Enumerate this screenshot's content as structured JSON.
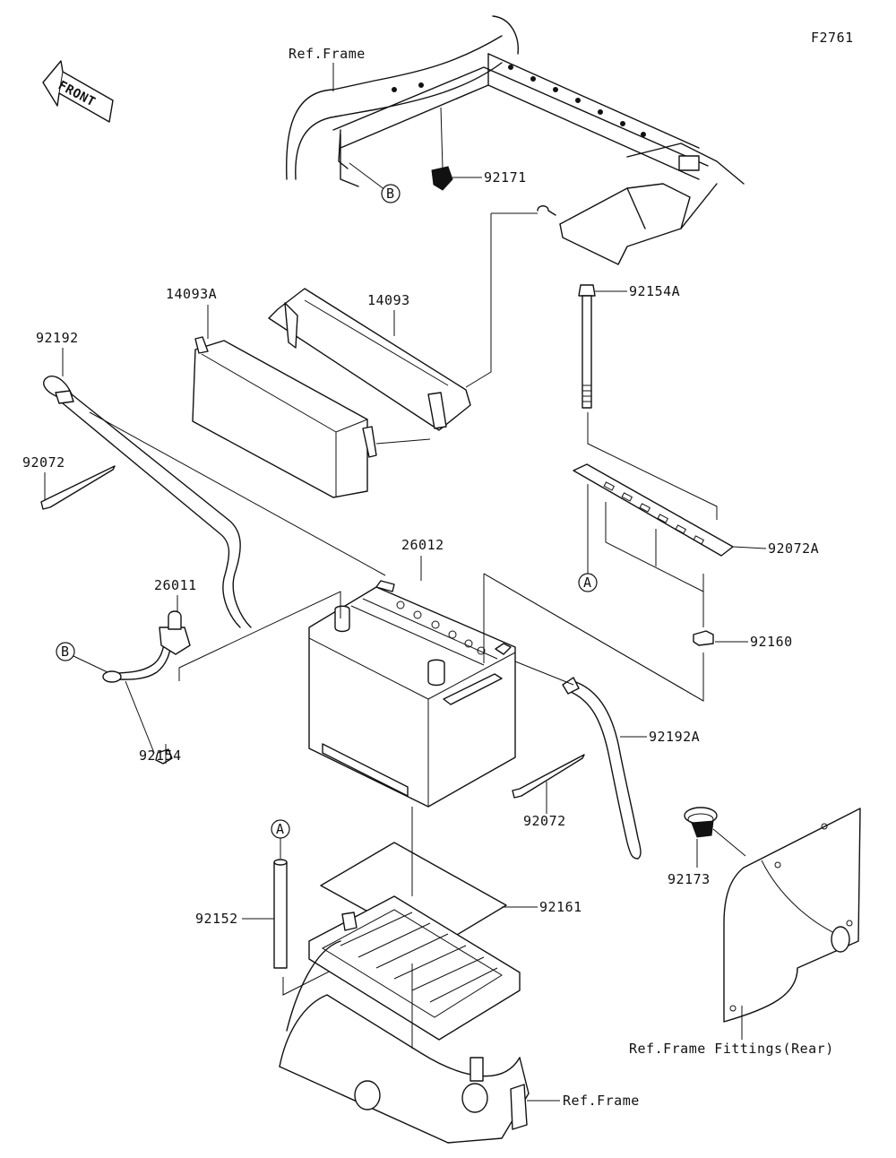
{
  "diagram": {
    "code": "F2761",
    "front_label": "FRONT",
    "labels": {
      "ref_frame_top": "Ref.Frame",
      "ref_frame_bottom": "Ref.Frame",
      "ref_frame_fittings": "Ref.Frame Fittings(Rear)",
      "p92171": "92171",
      "p14093A": "14093A",
      "p14093": "14093",
      "p92154A": "92154A",
      "p92192": "92192",
      "p92072_left": "92072",
      "p92072A": "92072A",
      "p26012": "26012",
      "p26011": "26011",
      "p92160": "92160",
      "p92154": "92154",
      "p92192A": "92192A",
      "p92072_mid": "92072",
      "p92173": "92173",
      "p92161": "92161",
      "p92152": "92152"
    },
    "callouts": {
      "b_top": "B",
      "b_left": "B",
      "a_right": "A",
      "a_bottom": "A"
    }
  }
}
